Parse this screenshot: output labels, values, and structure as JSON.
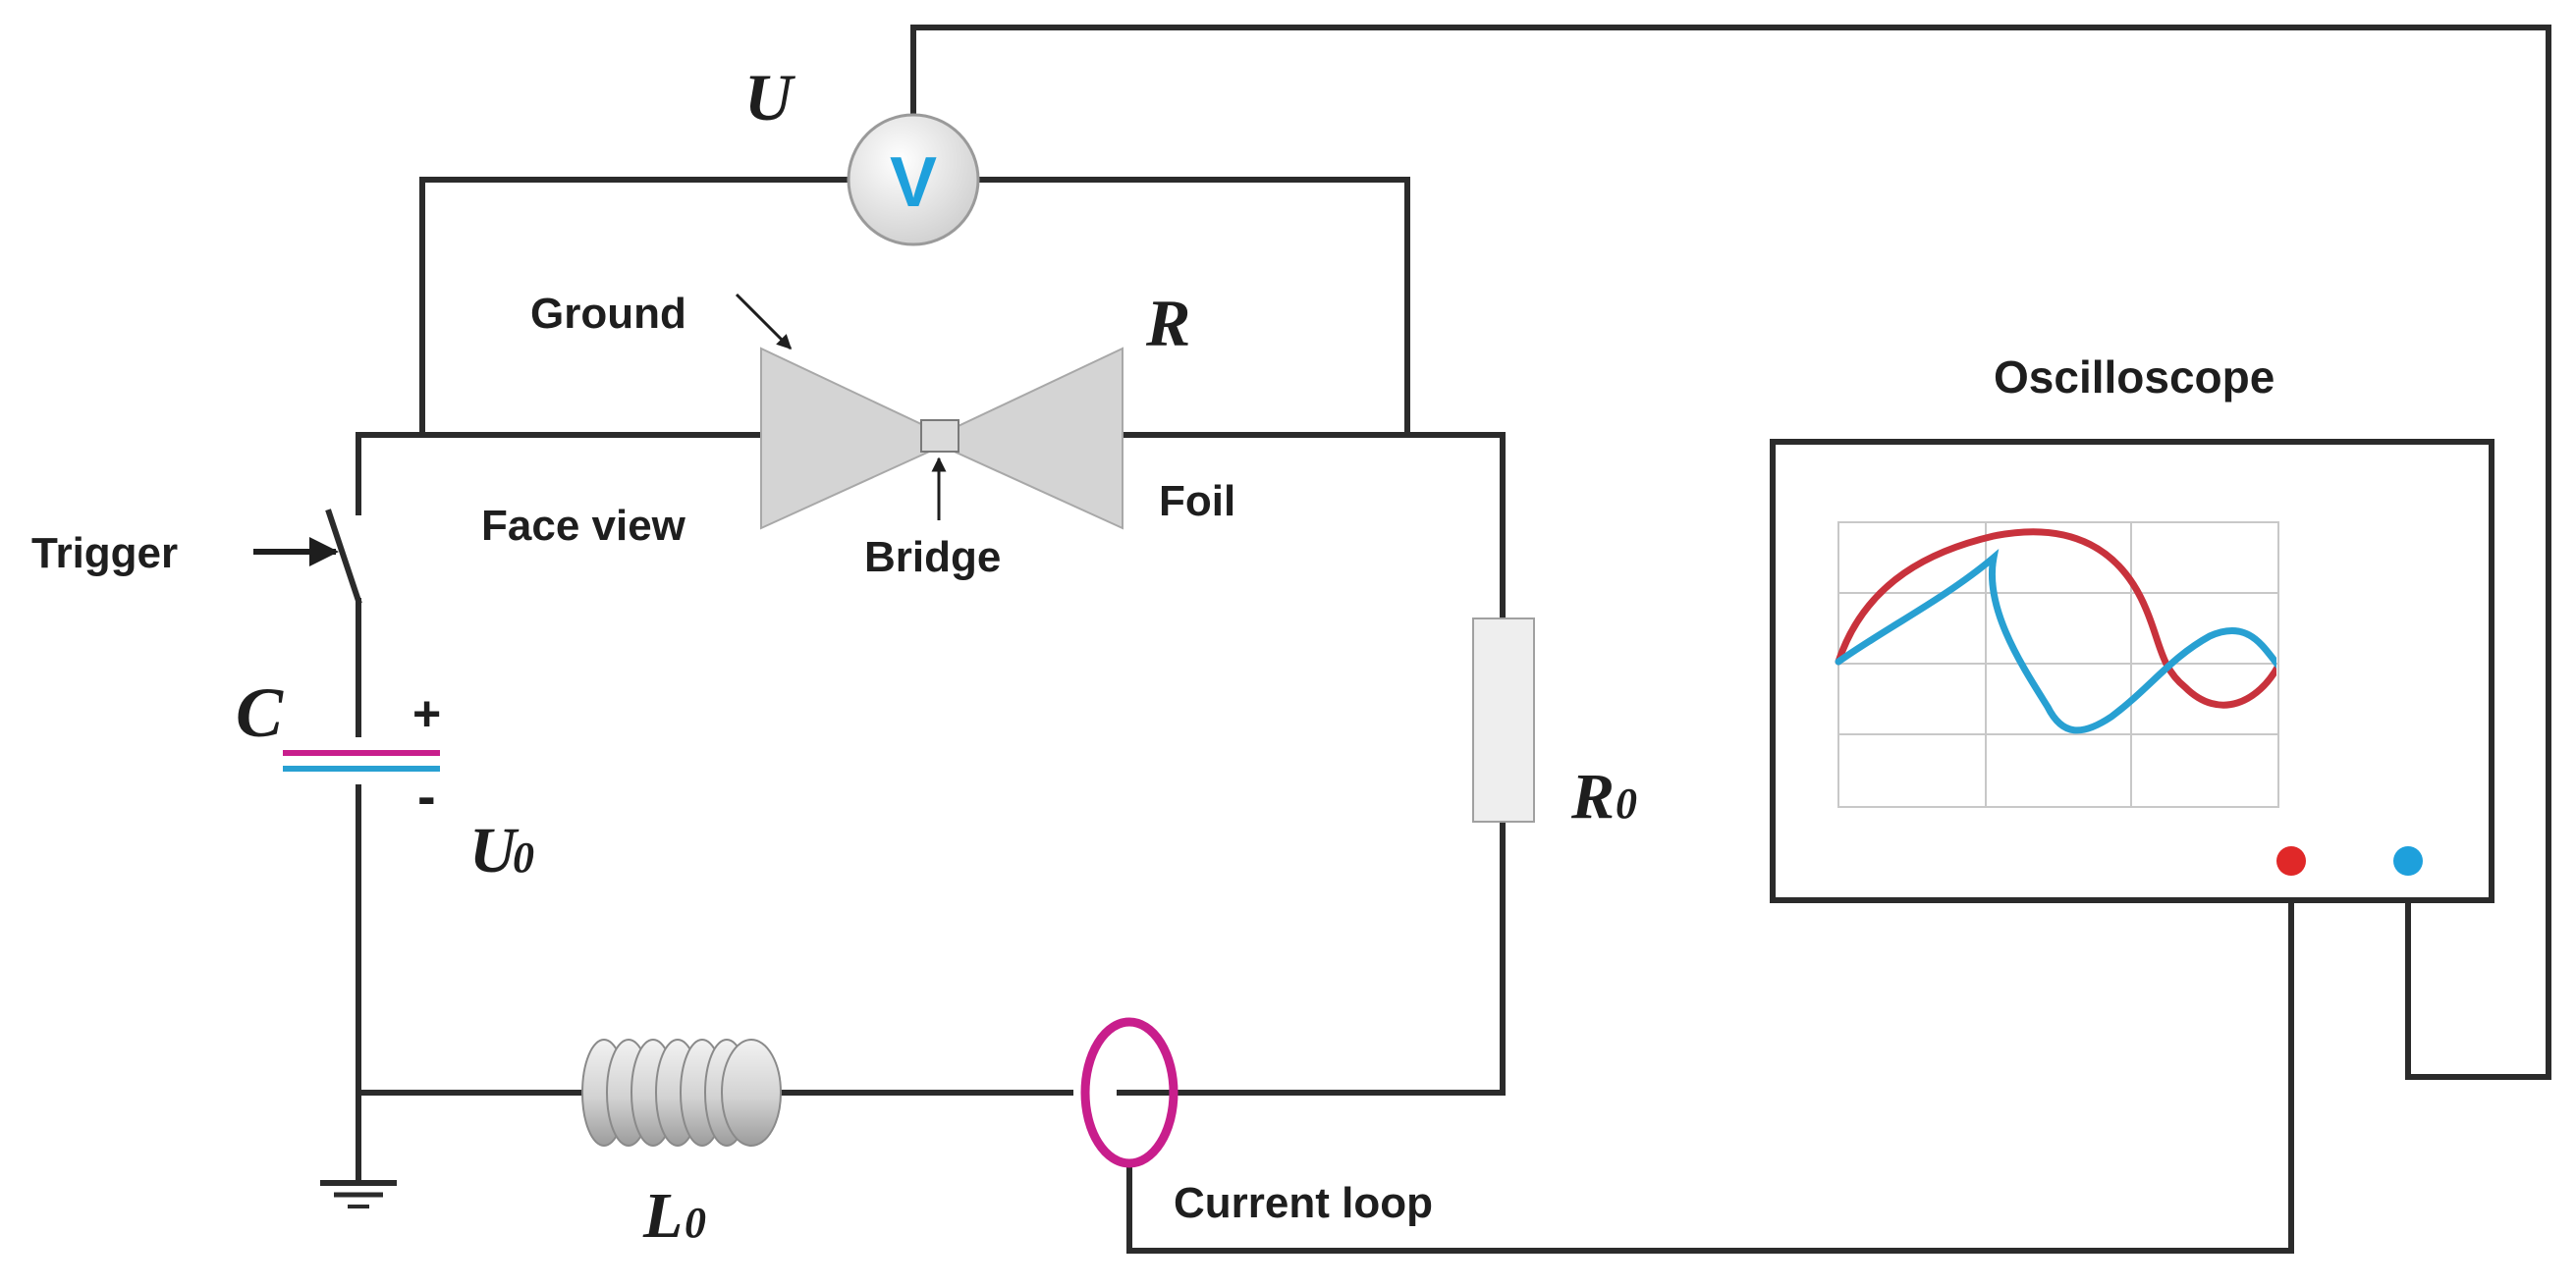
{
  "symbols": {
    "voltage": "U",
    "resistance": "R",
    "capacitor": "C",
    "source_voltage_main": "U",
    "source_voltage_sub": "0",
    "load_resistor_main": "R",
    "load_resistor_sub": "0",
    "inductor_main": "L",
    "inductor_sub": "0",
    "voltmeter_letter": "V",
    "plus_sign": "+",
    "minus_sign": "-"
  },
  "labels": {
    "ground": "Ground",
    "trigger": "Trigger",
    "face_view": "Face view",
    "bridge": "Bridge",
    "foil": "Foil",
    "oscilloscope": "Oscilloscope",
    "current_loop": "Current loop"
  },
  "colors": {
    "wire": "#2b2b2b",
    "voltage_probe": "#e02828",
    "current_probe": "#1ea0dc",
    "red_trace": "#c8323c",
    "blue_trace": "#28a0d2",
    "current_loop": "#c81e8c",
    "capacitor_top_plate": "#c81e8c",
    "capacitor_bottom_plate": "#28a0d2",
    "foil": "#d4d4d4",
    "voltmeter_letter": "#1ea0dc"
  }
}
